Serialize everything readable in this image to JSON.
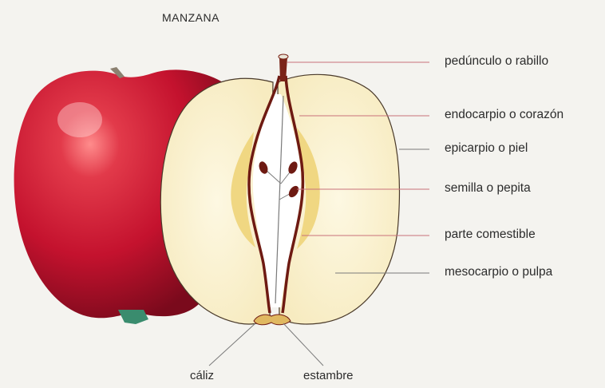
{
  "title": "MANZANA",
  "labels": {
    "peduncle": "pedúnculo o rabillo",
    "endocarp": "endocarpio o corazón",
    "epicarp": "epicarpio o piel",
    "seed": "semilla o pepita",
    "edible": "parte comestible",
    "mesocarp": "mesocarpio o pulpa",
    "calyx": "cáliz",
    "stamen": "estambre"
  },
  "colors": {
    "apple_red": "#c4122e",
    "pulp": "#fbf3d0",
    "pulp_yellow": "#f0d782",
    "core_brown": "#6e1a12",
    "leader_red": "#c9717a",
    "leader_gray": "#7a7a7a"
  }
}
